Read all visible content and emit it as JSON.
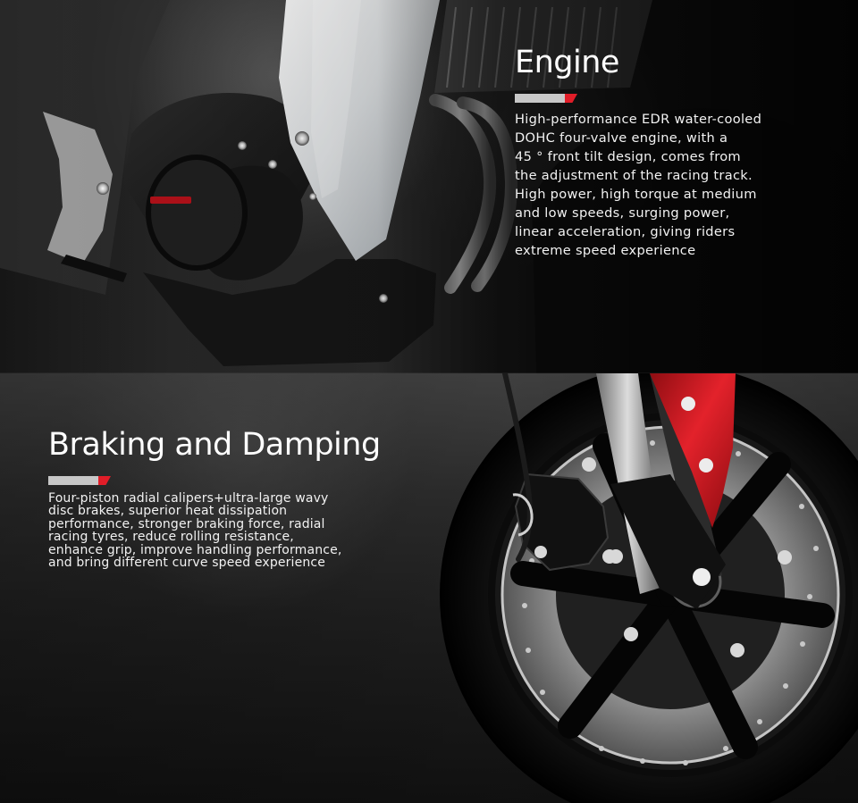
{
  "sections": {
    "engine": {
      "title": "Engine",
      "description_lines": [
        "High-performance EDR water-cooled",
        "DOHC four-valve engine, with a",
        "45 ° front tilt design, comes from",
        "the adjustment of the racing track.",
        "High power, high torque at medium",
        "and low speeds, surging power,",
        "linear acceleration, giving riders",
        "extreme speed experience"
      ],
      "colors": {
        "accent_gray": "#c7c7c7",
        "accent_red": "#e11d28"
      }
    },
    "braking": {
      "title": "Braking and Damping",
      "description_lines": [
        "Four-piston radial calipers+ultra-large wavy",
        " disc brakes, superior heat dissipation",
        "performance, stronger braking force, radial",
        "racing tyres, reduce rolling resistance,",
        "enhance grip, improve handling performance,",
        "and bring different curve speed experience"
      ],
      "colors": {
        "accent_gray": "#c7c7c7",
        "accent_red": "#e11d28"
      }
    }
  }
}
